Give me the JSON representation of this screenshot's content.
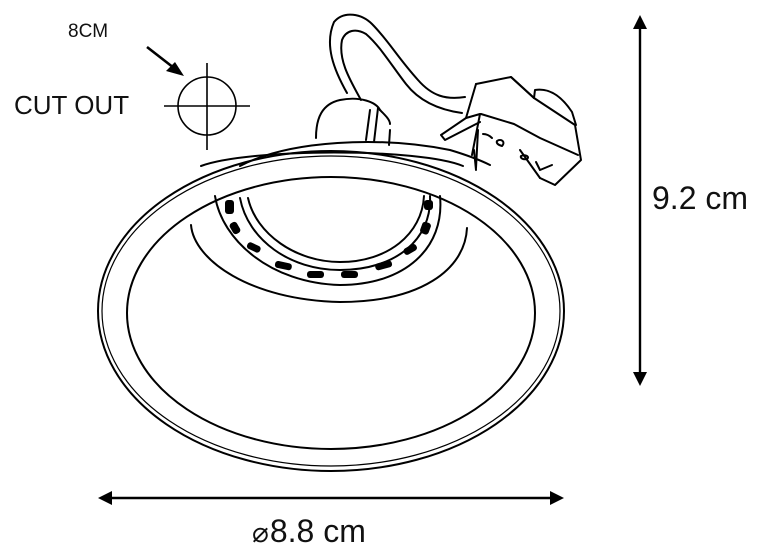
{
  "cutout": {
    "size_label": "8CM",
    "label": "CUT OUT"
  },
  "dimensions": {
    "height": "9.2 cm",
    "diameter_symbol": "⌀",
    "diameter": "8.8 cm"
  },
  "colors": {
    "line": "#000000",
    "background": "#ffffff"
  }
}
